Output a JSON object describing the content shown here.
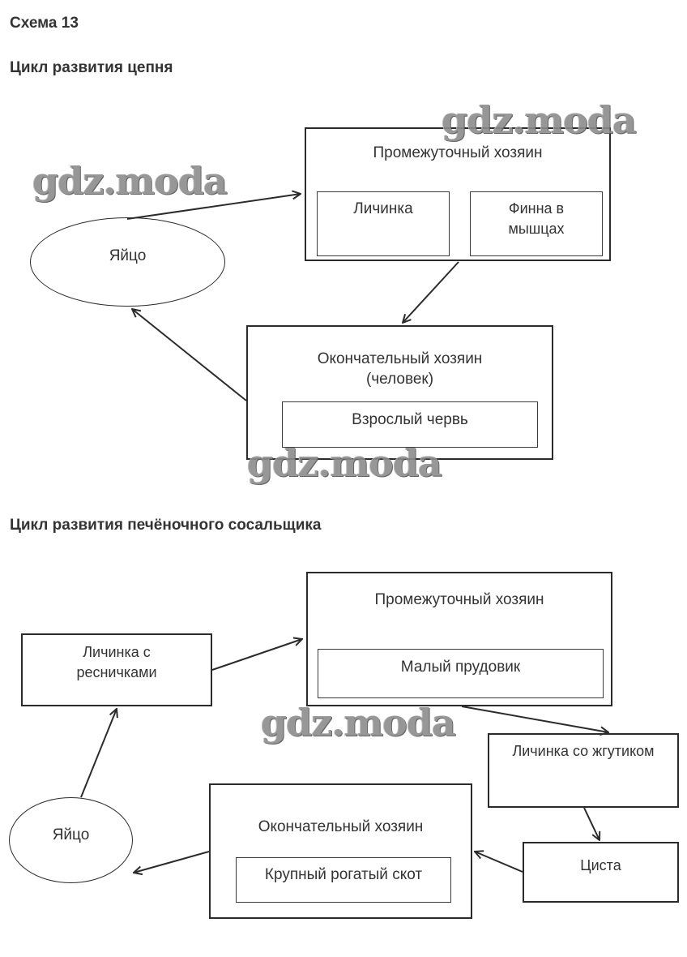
{
  "header": {
    "title": "Схема 13"
  },
  "watermark": "gdz.moda",
  "diagram1": {
    "title": "Цикл развития цепня",
    "egg": "Яйцо",
    "intermediate_host": {
      "label": "Промежуточный хозяин",
      "stages": [
        "Личинка",
        "Финна в\nмышцах"
      ]
    },
    "definitive_host": {
      "label": "Окончательный хозяин\n(человек)",
      "stages": [
        "Взрослый червь"
      ]
    },
    "flow": [
      "Яйцо",
      "Промежуточный хозяин",
      "Окончательный хозяин",
      "Яйцо"
    ]
  },
  "diagram2": {
    "title": "Цикл развития печёночного сосальщика",
    "ciliated_larva": "Личинка с\nресничками",
    "intermediate_host": {
      "label": "Промежуточный хозяин",
      "stages": [
        "Малый прудовик"
      ]
    },
    "flagellated_larva": "Личинка со жгутиком",
    "cyst": "Циста",
    "definitive_host": {
      "label": "Окончательный хозяин",
      "stages": [
        "Крупный рогатый скот"
      ]
    },
    "egg": "Яйцо",
    "flow": [
      "Яйцо",
      "Личинка с ресничками",
      "Промежуточный хозяин",
      "Личинка со жгутиком",
      "Циста",
      "Окончательный хозяин",
      "Яйцо"
    ]
  },
  "colors": {
    "line": "#2b2b2b",
    "text": "#333333",
    "watermark": "#8c8c8c"
  }
}
